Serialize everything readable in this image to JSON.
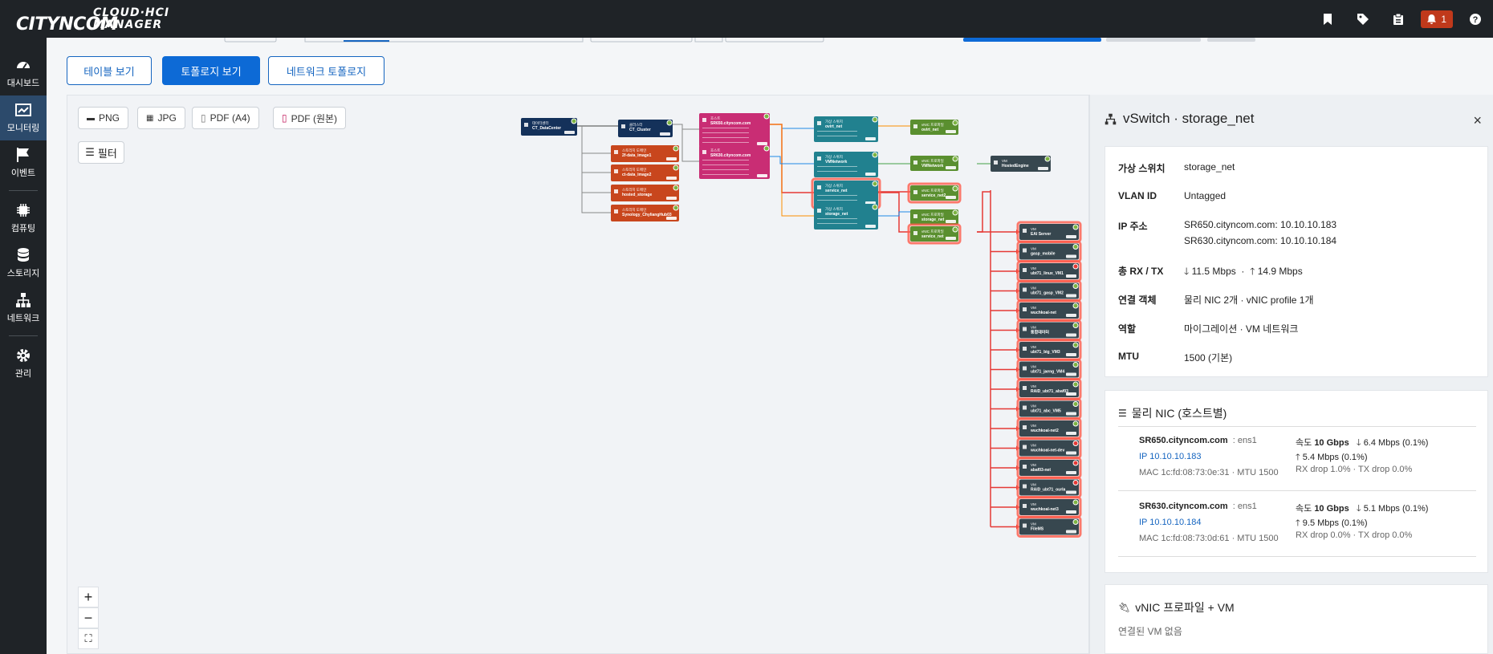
{
  "topbar": {
    "brand": "CITYNCOM",
    "product_line1": "CLOUD·HCI",
    "product_line2": "MANAGER",
    "icons": [
      "bookmark-icon",
      "tag-icon",
      "clipboard-icon",
      "bell-icon",
      "help-icon"
    ],
    "alert_count": "1"
  },
  "sidebar": {
    "items": [
      {
        "label": "대시보드",
        "icon": "gauge-icon"
      },
      {
        "label": "모니터링",
        "icon": "chart-icon",
        "active": true
      },
      {
        "label": "이벤트",
        "icon": "flag-icon"
      },
      {
        "label": "컴퓨팅",
        "icon": "chip-icon"
      },
      {
        "label": "스토리지",
        "icon": "database-icon"
      },
      {
        "label": "네트워크",
        "icon": "network-icon"
      },
      {
        "label": "관리",
        "icon": "gear-icon"
      }
    ]
  },
  "views": {
    "table": "테이블 보기",
    "topology": "토폴로지 보기",
    "network_topology": "네트워크 토폴로지"
  },
  "export": {
    "png": "PNG",
    "jpg": "JPG",
    "pdf_a4": "PDF (A4)",
    "pdf_orig": "PDF (원본)"
  },
  "filter_label": "필터",
  "zoom": {
    "in": "+",
    "out": "−",
    "fit": "⛶"
  },
  "panel": {
    "title": "vSwitch · storage_net",
    "close": "×",
    "props": {
      "vswitch_k": "가상 스위치",
      "vswitch_v": "storage_net",
      "vlan_k": "VLAN ID",
      "vlan_v": "Untagged",
      "ip_k": "IP 주소",
      "ip_v1": "SR650.cityncom.com: 10.10.10.183",
      "ip_v2": "SR630.cityncom.com: 10.10.10.184",
      "rxtx_k": "총 RX / TX",
      "rx": "11.5 Mbps",
      "sep": "·",
      "tx": "14.9 Mbps",
      "conn_k": "연결 객체",
      "conn_v": "물리 NIC 2개 · vNIC profile 1개",
      "role_k": "역할",
      "role_v": "마이그레이션 · VM 네트워크",
      "mtu_k": "MTU",
      "mtu_v": "1500 (기본)"
    },
    "nic_title": "물리 NIC (호스트별)",
    "nics": [
      {
        "host": "SR650.cityncom.com",
        "iface": ": ens1",
        "ip": "IP 10.10.10.183",
        "mac": "MAC 1c:fd:08:73:0e:31 · MTU 1500",
        "speed_k": "속도",
        "speed_v": "10 Gbps",
        "rx": "6.4 Mbps (0.1%)",
        "tx": "5.4 Mbps (0.1%)",
        "drop": "RX drop 1.0% · TX drop 0.0%"
      },
      {
        "host": "SR630.cityncom.com",
        "iface": ": ens1",
        "ip": "IP 10.10.10.184",
        "mac": "MAC 1c:fd:08:73:0d:61 · MTU 1500",
        "speed_k": "속도",
        "speed_v": "10 Gbps",
        "rx": "5.1 Mbps (0.1%)",
        "tx": "9.5 Mbps (0.1%)",
        "drop": "RX drop 0.0% · TX drop 0.0%"
      }
    ],
    "vnic_title": "vNIC 프로파일 + VM",
    "vnic_empty": "연결된 VM 없음"
  },
  "topology": {
    "datacenter": {
      "type": "데이터센터",
      "name": "CT_DataCenter"
    },
    "cluster": {
      "type": "클러스터",
      "name": "CT_Cluster"
    },
    "storages": [
      {
        "type": "스토리지 도메인",
        "name": "2f-data_image1"
      },
      {
        "type": "스토리지 도메인",
        "name": "ct-data_image2"
      },
      {
        "type": "스토리지 도메인",
        "name": "hosted_storage"
      },
      {
        "type": "스토리지 도메인",
        "name": "Synology_ChyliangHub03"
      }
    ],
    "hosts": [
      {
        "type": "호스트",
        "name": "SR650.cityncom.com"
      },
      {
        "type": "호스트",
        "name": "SR630.cityncom.com"
      }
    ],
    "vswitches": [
      {
        "type": "가상 스위치",
        "name": "ovirt_net"
      },
      {
        "type": "가상 스위치",
        "name": "VMNetwork"
      },
      {
        "type": "가상 스위치",
        "name": "service_net"
      },
      {
        "type": "가상 스위치",
        "name": "storage_net"
      }
    ],
    "vnics": [
      {
        "type": "vNIC 프로파일",
        "name": "ovirt_net"
      },
      {
        "type": "vNIC 프로파일",
        "name": "VMNetwork"
      },
      {
        "type": "vNIC 프로파일",
        "name": "service_net2"
      },
      {
        "type": "vNIC 프로파일",
        "name": "storage_net"
      },
      {
        "type": "vNIC 프로파일",
        "name": "service_net"
      }
    ],
    "engine": {
      "type": "VM",
      "name": "HostedEngine"
    },
    "vms": [
      "EAI Server",
      "gasp_mobile",
      "ubt71_linux_VM1",
      "ubt71_gasp_VM2",
      "wuchkoal-net",
      "통합데이터",
      "ubt71_big_VM3",
      "ubt71_jaeng_VM4",
      "RAID_ubt71_abaf03",
      "ubt71_abc_VM5",
      "wuchkoal-net2",
      "wuchkoal-net-dev",
      "abaf03-net",
      "RAID_ubt71_ourla",
      "wuchkoal-net3",
      "FileMS"
    ]
  }
}
